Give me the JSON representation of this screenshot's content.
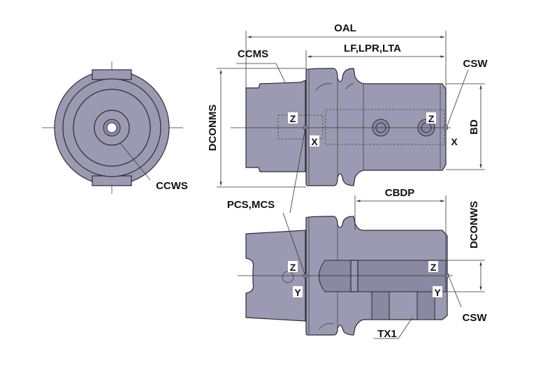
{
  "labels": {
    "oal": "OAL",
    "lf_lpr_lta": "LF,LPR,LTA",
    "ccms": "CCMS",
    "csw_top": "CSW",
    "dconms": "DCONMS",
    "bd": "BD",
    "ccws": "CCWS",
    "pcs_mcs": "PCS,MCS",
    "cbdp": "CBDP",
    "dconws": "DCONWS",
    "csw_bottom": "CSW",
    "tx1": "TX1"
  },
  "axes": {
    "top_left_z": "Z",
    "top_left_x": "X",
    "top_right_z": "Z",
    "top_right_x": "X",
    "bottom_left_z": "Z",
    "bottom_left_y": "Y",
    "bottom_right_z": "Z",
    "bottom_right_y": "Y"
  },
  "colors": {
    "body": "#9c9ab2",
    "outline": "#2a2a3a"
  }
}
